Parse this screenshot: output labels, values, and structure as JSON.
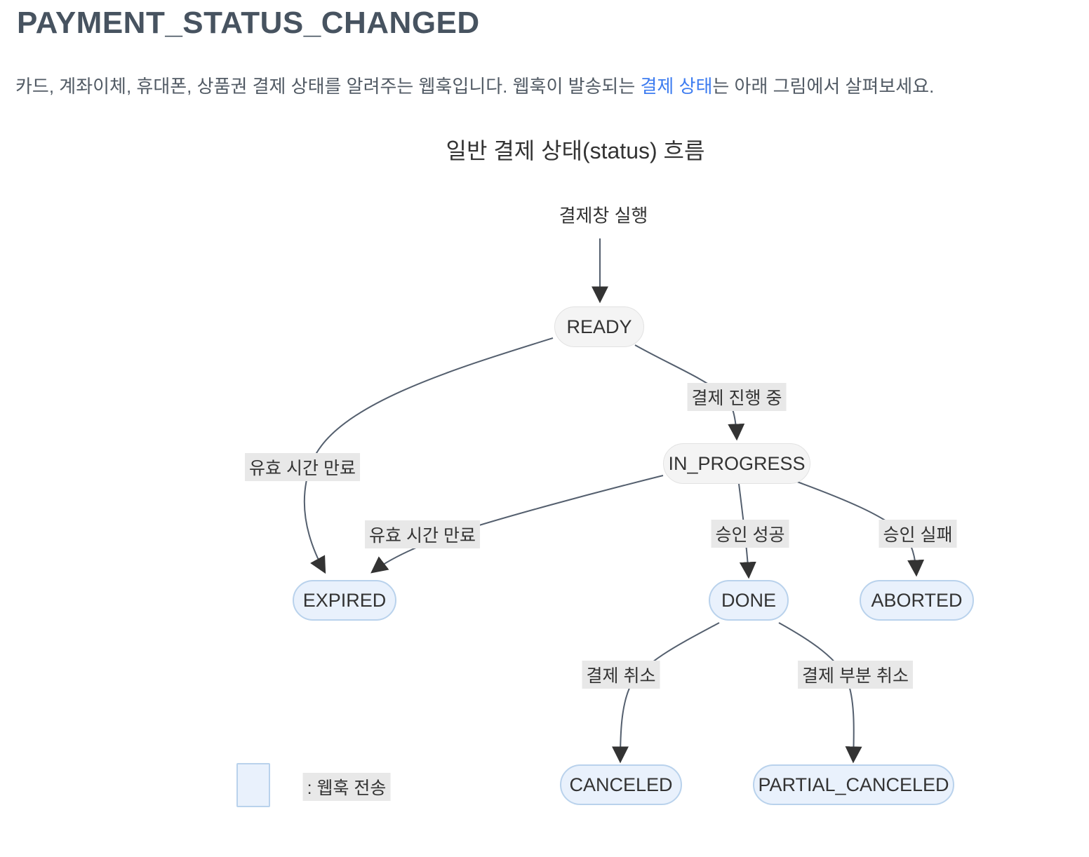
{
  "header": {
    "title": "PAYMENT_STATUS_CHANGED",
    "description": {
      "before_link": "카드, 계좌이체, 휴대폰, 상품권 결제 상태를 알려주는 웹훅입니다. 웹훅이 발송되는 ",
      "link_text": "결제 상태",
      "after_link": "는 아래 그림에서 살펴보세요."
    }
  },
  "diagram": {
    "title": "일반 결제 상태(status) 흐름",
    "nodes": {
      "ready": {
        "label": "READY",
        "webhook_sent": false
      },
      "in_progress": {
        "label": "IN_PROGRESS",
        "webhook_sent": false
      },
      "expired": {
        "label": "EXPIRED",
        "webhook_sent": true
      },
      "done": {
        "label": "DONE",
        "webhook_sent": true
      },
      "aborted": {
        "label": "ABORTED",
        "webhook_sent": true
      },
      "canceled": {
        "label": "CANCELED",
        "webhook_sent": true
      },
      "partial_canceled": {
        "label": "PARTIAL_CANCELED",
        "webhook_sent": true
      }
    },
    "edges": [
      {
        "from": "start",
        "to": "ready",
        "label": "결제창 실행"
      },
      {
        "from": "ready",
        "to": "expired",
        "label": "유효 시간 만료"
      },
      {
        "from": "ready",
        "to": "in_progress",
        "label": "결제 진행 중"
      },
      {
        "from": "in_progress",
        "to": "expired",
        "label": "유효 시간 만료"
      },
      {
        "from": "in_progress",
        "to": "done",
        "label": "승인 성공"
      },
      {
        "from": "in_progress",
        "to": "aborted",
        "label": "승인 실패"
      },
      {
        "from": "done",
        "to": "canceled",
        "label": "결제 취소"
      },
      {
        "from": "done",
        "to": "partial_canceled",
        "label": "결제 부분 취소"
      }
    ],
    "legend": {
      "label": ": 웹훅 전송"
    }
  },
  "colors": {
    "title_text": "#475360",
    "body_text": "#515a64",
    "link": "#3d7cf0",
    "node_text": "#333333",
    "plain_node_fill": "#f4f4f4",
    "plain_node_border": "#e2e2e2",
    "webhook_node_fill": "#e9f1fc",
    "webhook_node_border": "#b9d2ec",
    "edge_line": "#545f6e",
    "arrowhead": "#333333",
    "edge_label_bg": "#e8e8e8"
  }
}
